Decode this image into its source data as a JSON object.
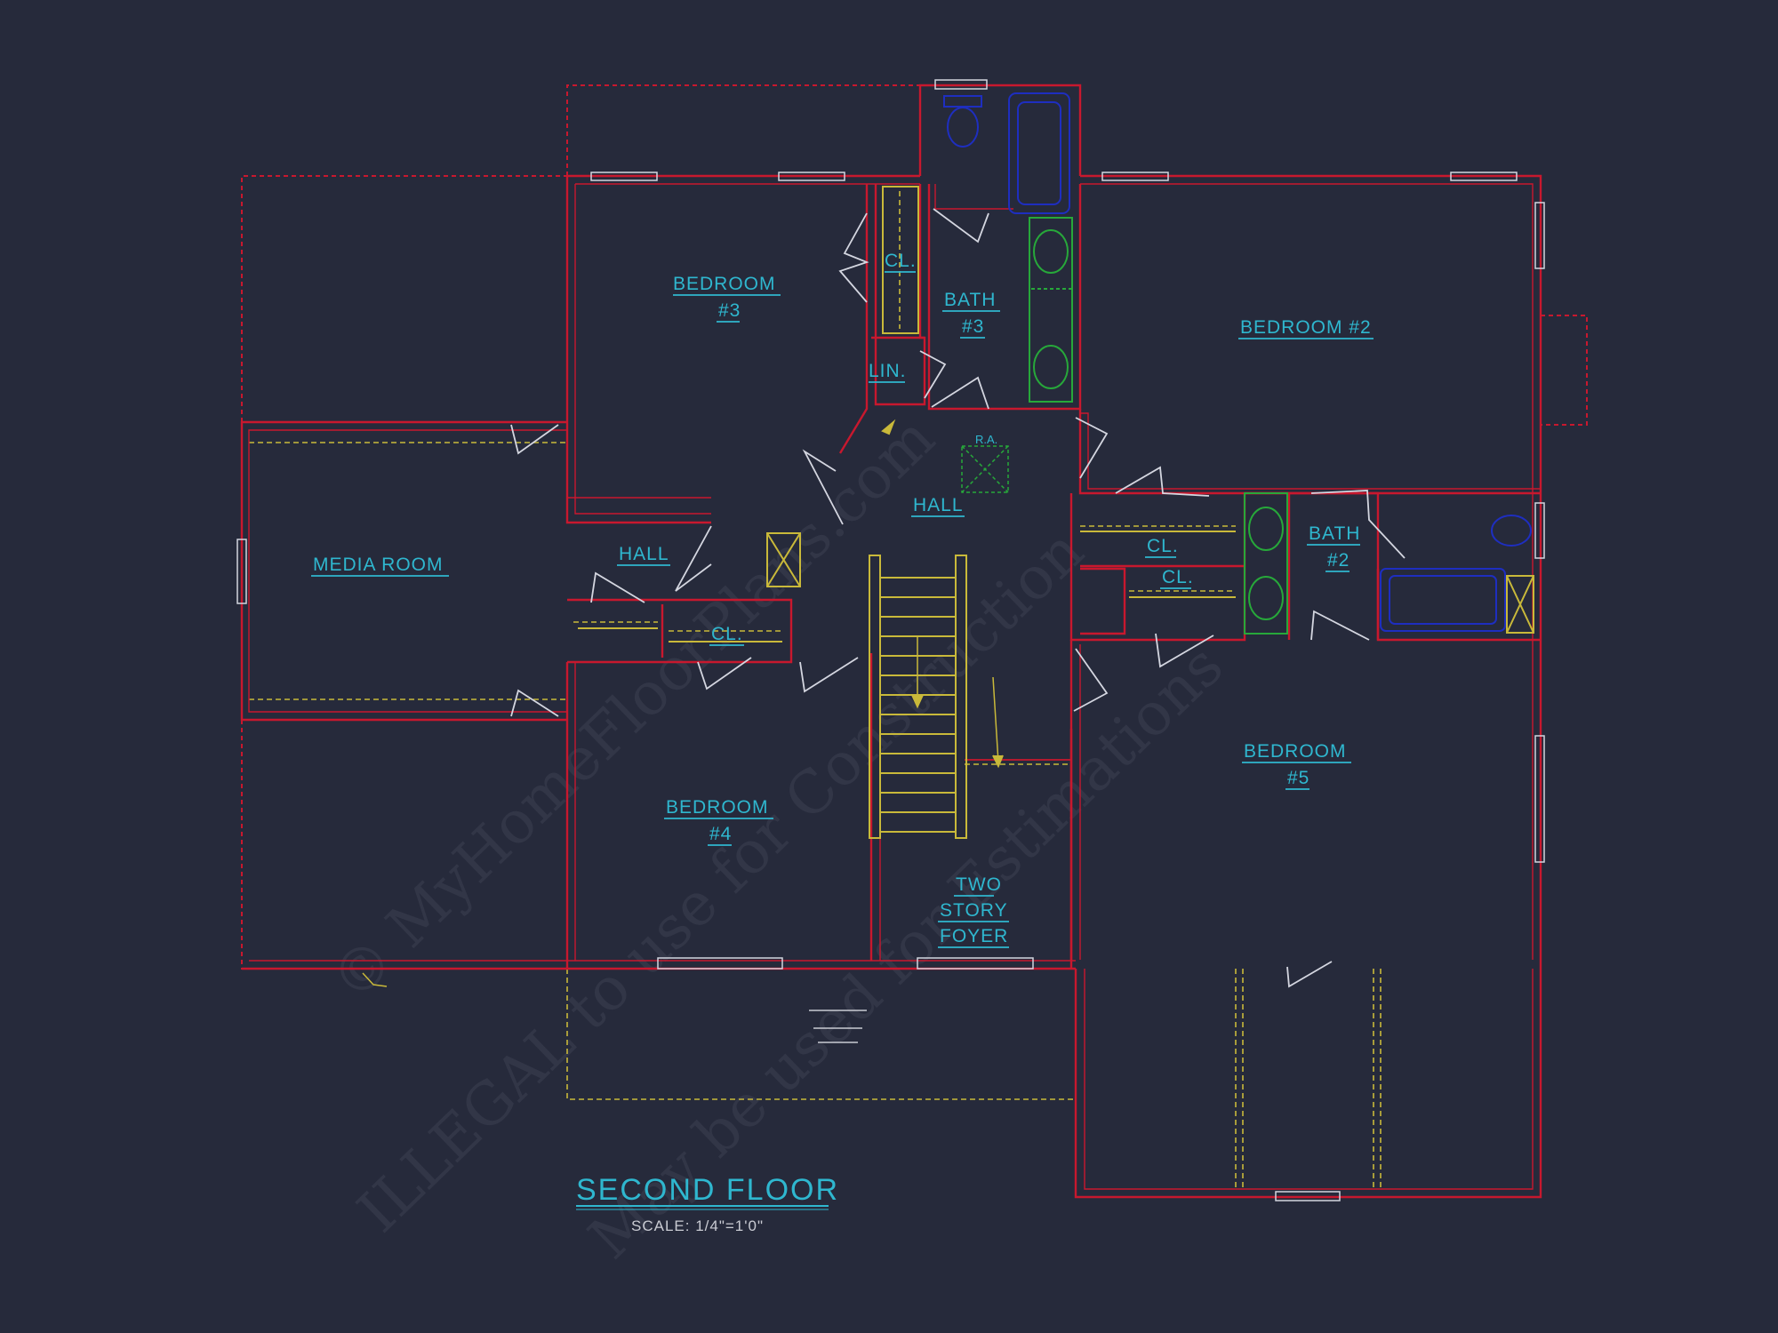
{
  "rooms": {
    "bedroom3": [
      "BEDROOM",
      "#3"
    ],
    "bath3": [
      "BATH",
      "#3"
    ],
    "bedroom2": "BEDROOM  #2",
    "closet_bed3": "CL.",
    "linen": "LIN.",
    "radon": "R.A.",
    "hall_upper": "HALL",
    "hall_left": "HALL",
    "media_room": "MEDIA  ROOM",
    "closet_upper_right": "CL.",
    "closet_lower_right": "CL.",
    "bath2": [
      "BATH",
      "#2"
    ],
    "closet_left": "CL.",
    "bedroom4": [
      "BEDROOM",
      "#4"
    ],
    "bedroom5": [
      "BEDROOM",
      "#5"
    ],
    "foyer": [
      "TWO",
      "STORY",
      "FOYER"
    ]
  },
  "title": "SECOND  FLOOR",
  "scale": "SCALE:   1/4\"=1'0\"",
  "watermark": [
    "© MyHomeFloorPlans.com",
    "ILLEGAL to use for Construction",
    "May be used for Estimations"
  ],
  "colors": {
    "background": "#262a3b",
    "walls": "#c8182e",
    "labels": "#2fb7cf",
    "doors": "#d4d6e0",
    "stairs": "#c9b93a",
    "plumbing_green": "#27a83a",
    "plumbing_blue": "#1e2ec0"
  }
}
